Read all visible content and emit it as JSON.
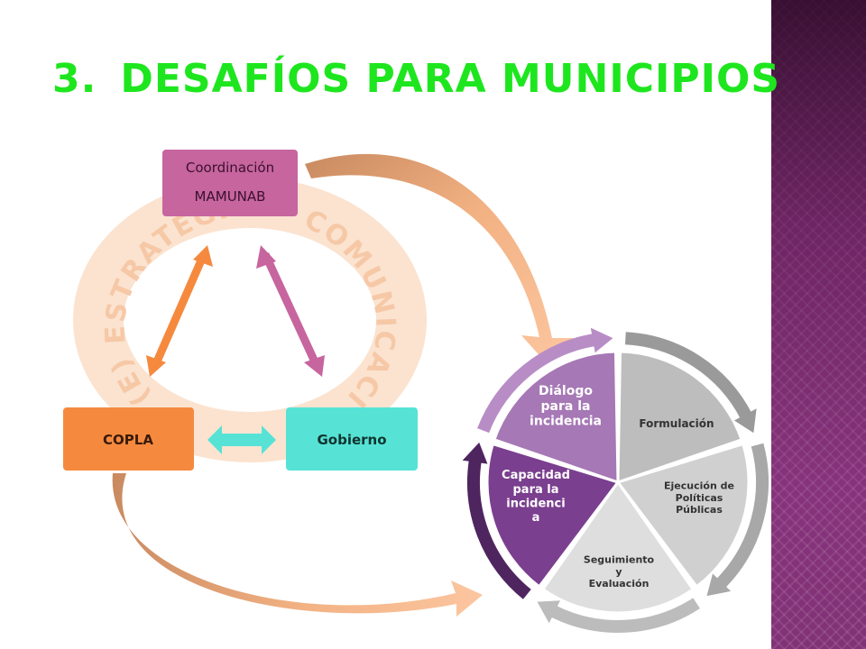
{
  "slide": {
    "title_number": "3.",
    "title_text": "DESAFÍOS PARA MUNICIPIOS"
  },
  "triangle": {
    "top_box": {
      "line1": "Coordinación",
      "line2": "MAMUNAB",
      "color": "#c7659f"
    },
    "left_box": {
      "label": "COPLA",
      "color": "#f58a3f"
    },
    "right_box": {
      "label": "Gobierno",
      "color": "#56e3d6"
    },
    "ring_text_left": "(E) ESTRATEGIA",
    "ring_text_right": "COMUNICACION",
    "ring_color": "#fbe3d0"
  },
  "cycle": {
    "segments": [
      {
        "label_lines": [
          "Formulación"
        ],
        "color": "#bdbdbd"
      },
      {
        "label_lines": [
          "Ejecución de",
          "Políticas",
          "Públicas"
        ],
        "color": "#d0d0d0"
      },
      {
        "label_lines": [
          "Seguimiento",
          "y",
          "Evaluación"
        ],
        "color": "#dedede"
      },
      {
        "label_lines": [
          "Capacidad",
          "para la",
          "incidenci",
          "a"
        ],
        "color": "#7b3f8f"
      },
      {
        "label_lines": [
          "Diálogo",
          "para la",
          "incidencia"
        ],
        "color": "#a678b5"
      }
    ]
  }
}
